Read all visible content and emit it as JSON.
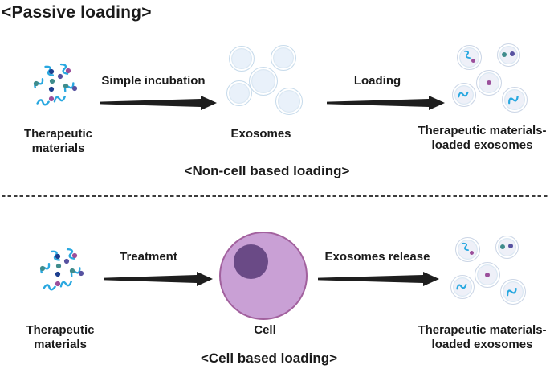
{
  "title": "<Passive loading>",
  "palette": {
    "text": "#1a1a1a",
    "navy": "#1d3f8f",
    "teal": "#3f8c8c",
    "purple": "#9b4f9b",
    "indigo": "#5752a0",
    "squiggle": "#29a8e0",
    "exosome_fill": "#e9f1fa",
    "exosome_ring": "#c7dbeb",
    "exosome_ring_inner": "#dbe8f3",
    "loaded_fill": "#eef0f8",
    "loaded_ring": "#ccd6e6",
    "cell_fill": "#c9a0d5",
    "cell_border": "#a2619e",
    "nucleus": "#6a4a86",
    "arrow": "#1e1e1e",
    "divider": "#3c3c3c"
  },
  "icons": {
    "therapeutic_cluster": "dots-and-squiggles",
    "exosome": "double-ring-circle",
    "loaded_exosome": "circle-with-cargo",
    "cell": "purple-circle-with-nucleus",
    "arrow": "tapered-right-arrow"
  },
  "top_row": {
    "source_label": "Therapeutic materials",
    "arrow1_label": "Simple incubation",
    "center_label": "Exosomes",
    "arrow2_label": "Loading",
    "result_label_line1": "Therapeutic materials-",
    "result_label_line2": "loaded exosomes",
    "caption": "<Non-cell based loading>"
  },
  "bottom_row": {
    "source_label": "Therapeutic materials",
    "arrow1_label": "Treatment",
    "center_label": "Cell",
    "arrow2_label": "Exosomes release",
    "result_label_line1": "Therapeutic materials-",
    "result_label_line2": "loaded exosomes",
    "caption": "<Cell based loading>"
  }
}
